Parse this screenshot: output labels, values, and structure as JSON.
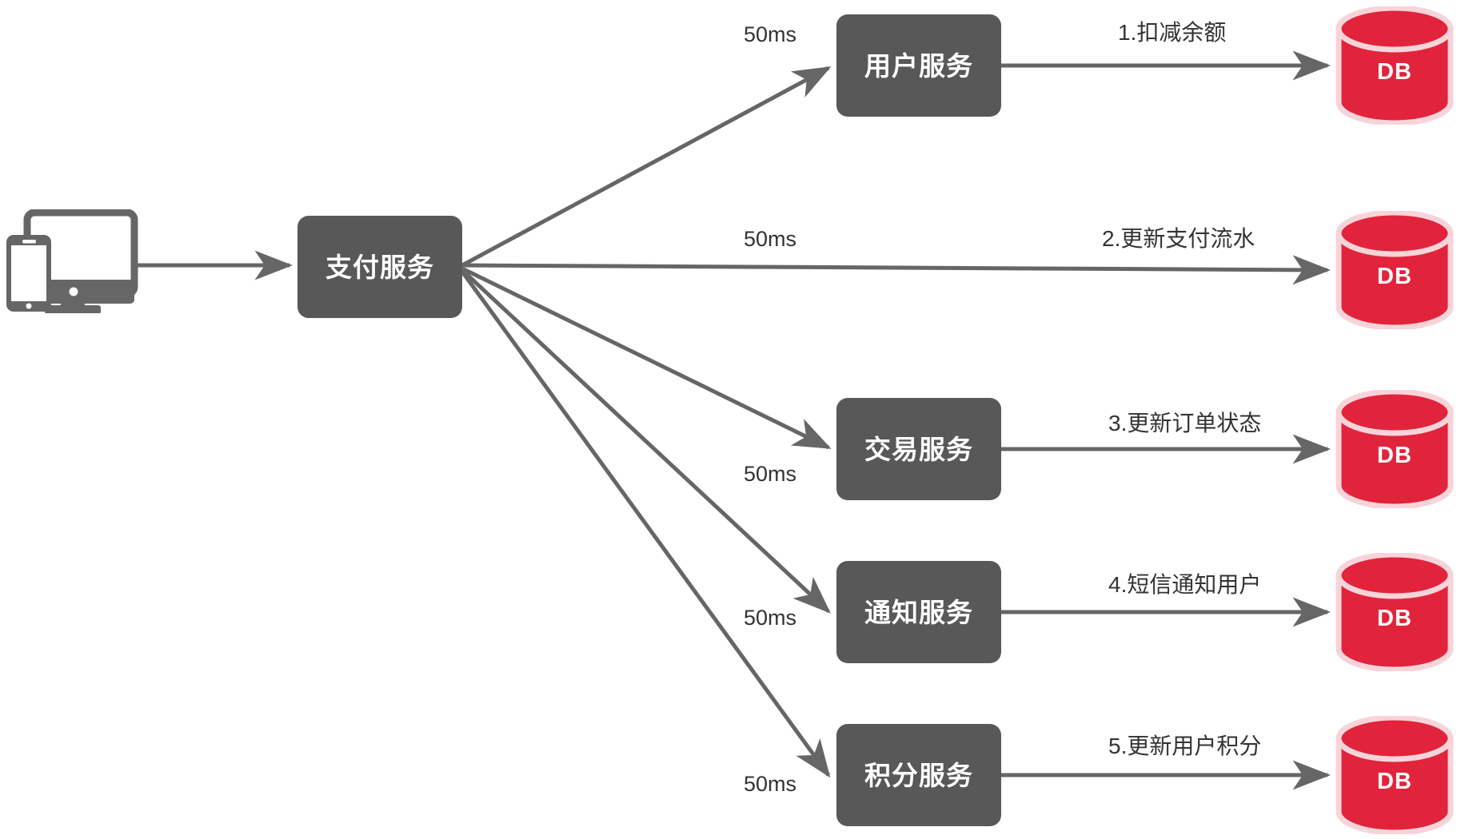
{
  "diagram": {
    "title": "payment service fan-out architecture",
    "colors": {
      "service_box": "#585858",
      "service_text": "#ffffff",
      "db_fill": "#E1243B",
      "db_stroke": "#F7D4D9",
      "db_text": "#ffffff",
      "edge": "#666666",
      "label_text": "#333333",
      "client_icon": "#666666",
      "background": "#ffffff"
    }
  },
  "client": {
    "icon": "devices-icon",
    "name": "client-devices"
  },
  "hub": {
    "id": "payment-service",
    "label": "支付服务"
  },
  "services": [
    {
      "id": "user-service",
      "label": "用户服务",
      "latency": "50ms",
      "db_label": "DB",
      "op": "1.扣减余额"
    },
    {
      "id": "payment-flow-db",
      "label": "",
      "latency": "50ms",
      "db_label": "DB",
      "op": "2.更新支付流水"
    },
    {
      "id": "transaction-service",
      "label": "交易服务",
      "latency": "50ms",
      "db_label": "DB",
      "op": "3.更新订单状态"
    },
    {
      "id": "notification-service",
      "label": "通知服务",
      "latency": "50ms",
      "db_label": "DB",
      "op": "4.短信通知用户"
    },
    {
      "id": "points-service",
      "label": "积分服务",
      "latency": "50ms",
      "db_label": "DB",
      "op": "5.更新用户积分"
    }
  ],
  "latency_labels": [
    "50ms",
    "50ms",
    "50ms",
    "50ms",
    "50ms"
  ],
  "operation_labels": [
    "1.扣减余额",
    "2.更新支付流水",
    "3.更新订单状态",
    "4.短信通知用户",
    "5.更新用户积分"
  ],
  "db_labels": [
    "DB",
    "DB",
    "DB",
    "DB",
    "DB"
  ]
}
